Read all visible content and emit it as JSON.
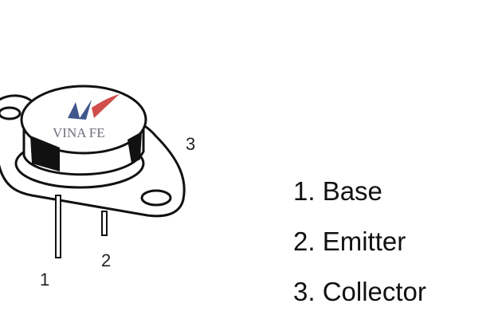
{
  "pins": {
    "pin1": "1",
    "pin2": "2",
    "pin3": "3"
  },
  "legend": [
    "1. Base",
    "2. Emitter",
    "3. Collector"
  ],
  "watermark": "VINA FE",
  "colors": {
    "outline": "#111111",
    "logo_blue": "#1f3a7a",
    "logo_red": "#c8312f"
  }
}
